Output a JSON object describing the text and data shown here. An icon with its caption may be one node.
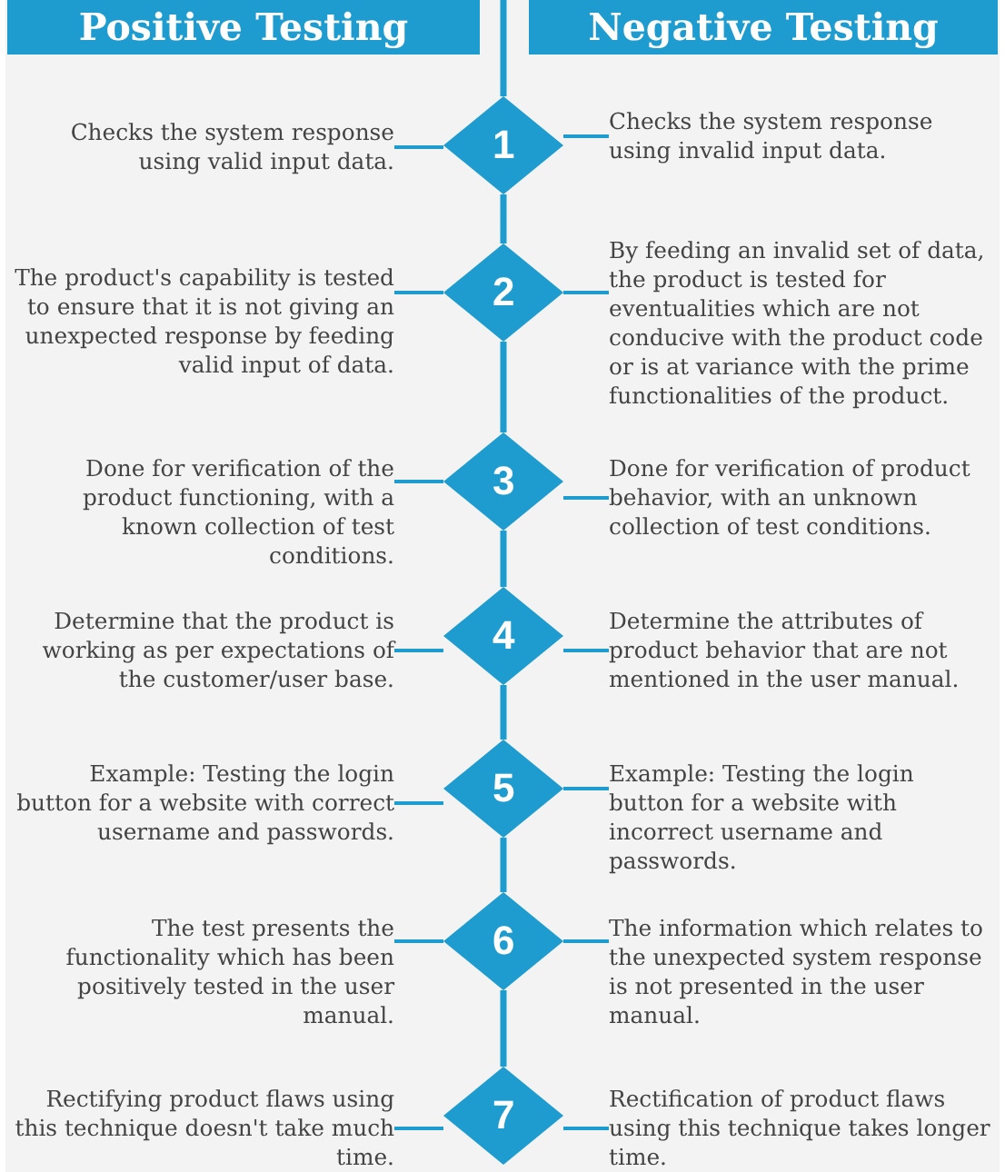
{
  "diagram": {
    "nodes": [
      {
        "text": [
          "Positive Testing"
        ]
      },
      {
        "text": [
          "Negative Testing"
        ]
      },
      {
        "text": [
          "Checks the system response using valid input data."
        ]
      },
      {
        "text": [
          "1"
        ]
      },
      {
        "text": [
          "Checks the system response using invalid input data."
        ]
      },
      {
        "text": [
          "The product's capability is tested to ensure that it is not giving an unexpected response by feeding valid input of data."
        ]
      },
      {
        "text": [
          "2"
        ]
      },
      {
        "text": [
          "By feeding an invalid set of data, the product is tested for eventualities which are not conducive with the product code or is at variance with the prime functionalities of the product."
        ]
      },
      {
        "text": [
          "Done for verification of the product functioning, with a known collection of test conditions."
        ]
      },
      {
        "text": [
          "3"
        ]
      },
      {
        "text": [
          "Done for verification of product behavior, with an unknown collection of test conditions."
        ]
      },
      {
        "text": [
          "Determine that the product is working as per expectations of the customer/user base."
        ]
      },
      {
        "text": [
          "4"
        ]
      },
      {
        "text": [
          "Determine the attributes of product behavior that are not mentioned in the user manual."
        ]
      },
      {
        "text": [
          "Example: Testing the login button for a website with correct username and passwords."
        ]
      },
      {
        "text": [
          "5"
        ]
      },
      {
        "text": [
          "Example: Testing the login button for a website with incorrect username and passwords."
        ]
      },
      {
        "text": [
          "The test presents the functionality which has been positively tested in the user manual."
        ]
      },
      {
        "text": [
          "6"
        ]
      },
      {
        "text": [
          "The information which relates to the unexpected system response is not presented in the user manual."
        ]
      },
      {
        "text": [
          "Rectifying product flaws using this technique doesn't take much time."
        ]
      },
      {
        "text": [
          "7"
        ]
      },
      {
        "text": [
          "Rectification of product flaws using this technique takes longer time."
        ]
      }
    ],
    "edges": [
      {
        "from": null,
        "to": 3,
        "arrow": "none"
      },
      {
        "from": 3,
        "to": 2,
        "arrow": "none"
      },
      {
        "from": 3,
        "to": 4,
        "arrow": "none"
      },
      {
        "from": 3,
        "to": 6,
        "arrow": "none"
      },
      {
        "from": 6,
        "to": 5,
        "arrow": "none"
      },
      {
        "from": 6,
        "to": 7,
        "arrow": "none"
      },
      {
        "from": 6,
        "to": 9,
        "arrow": "none"
      },
      {
        "from": 9,
        "to": 8,
        "arrow": "none"
      },
      {
        "from": 9,
        "to": 10,
        "arrow": "none"
      },
      {
        "from": 9,
        "to": 12,
        "arrow": "none"
      },
      {
        "from": 12,
        "to": 11,
        "arrow": "none"
      },
      {
        "from": 12,
        "to": 13,
        "arrow": "none"
      },
      {
        "from": 12,
        "to": 15,
        "arrow": "none"
      },
      {
        "from": 15,
        "to": 14,
        "arrow": "none"
      },
      {
        "from": 15,
        "to": 16,
        "arrow": "none"
      },
      {
        "from": 15,
        "to": 18,
        "arrow": "none"
      },
      {
        "from": 18,
        "to": 17,
        "arrow": "none"
      },
      {
        "from": 18,
        "to": 19,
        "arrow": "none"
      },
      {
        "from": 18,
        "to": 21,
        "arrow": "none"
      },
      {
        "from": 21,
        "to": 20,
        "arrow": "none"
      },
      {
        "from": 21,
        "to": 22,
        "arrow": "none"
      }
    ]
  }
}
